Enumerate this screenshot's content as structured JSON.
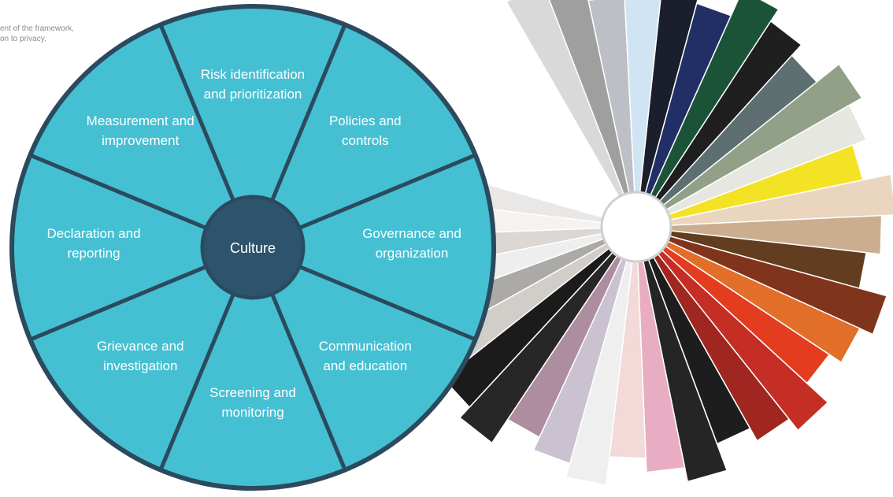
{
  "intro": {
    "line1": "ent of the framework,",
    "line2": "on to privacy."
  },
  "wheel": {
    "hub_label": "Culture",
    "segment_color": "#45c0d3",
    "border_color": "#2b4a5e",
    "hub_color": "#2e536c",
    "segments": [
      {
        "line1": "Risk identification",
        "line2": "and prioritization"
      },
      {
        "line1": "Policies and",
        "line2": "controls"
      },
      {
        "line1": "Governance and",
        "line2": "organization"
      },
      {
        "line1": "Communication",
        "line2": "and education"
      },
      {
        "line1": "Screening and",
        "line2": "monitoring"
      },
      {
        "line1": "Grievance and",
        "line2": "investigation"
      },
      {
        "line1": "Declaration and",
        "line2": "reporting"
      },
      {
        "line1": "Measurement and",
        "line2": "improvement"
      }
    ]
  },
  "swatch_fan": {
    "colors": [
      "#d7d7d7",
      "#9a9a9a",
      "#b9bdc4",
      "#cfe3f3",
      "#0f1422",
      "#16245e",
      "#0f4a2f",
      "#141414",
      "#56686b",
      "#8d9b81",
      "#e6e6e0",
      "#f4e21a",
      "#e9d3bb",
      "#c9aa88",
      "#5a3314",
      "#7b2a10",
      "#e0681e",
      "#e33212",
      "#c2231a",
      "#9b1c15",
      "#111111",
      "#1a1a1a",
      "#e7a9bf",
      "#f3d7d6",
      "#efefef",
      "#c8bfcf",
      "#a9879a",
      "#1c1c1c",
      "#0f0f0f",
      "#cfcbc7",
      "#a8a6a3",
      "#eeeeee",
      "#dcd5d2",
      "#f5f2f0",
      "#e9e6e6",
      "#ffffff"
    ]
  }
}
